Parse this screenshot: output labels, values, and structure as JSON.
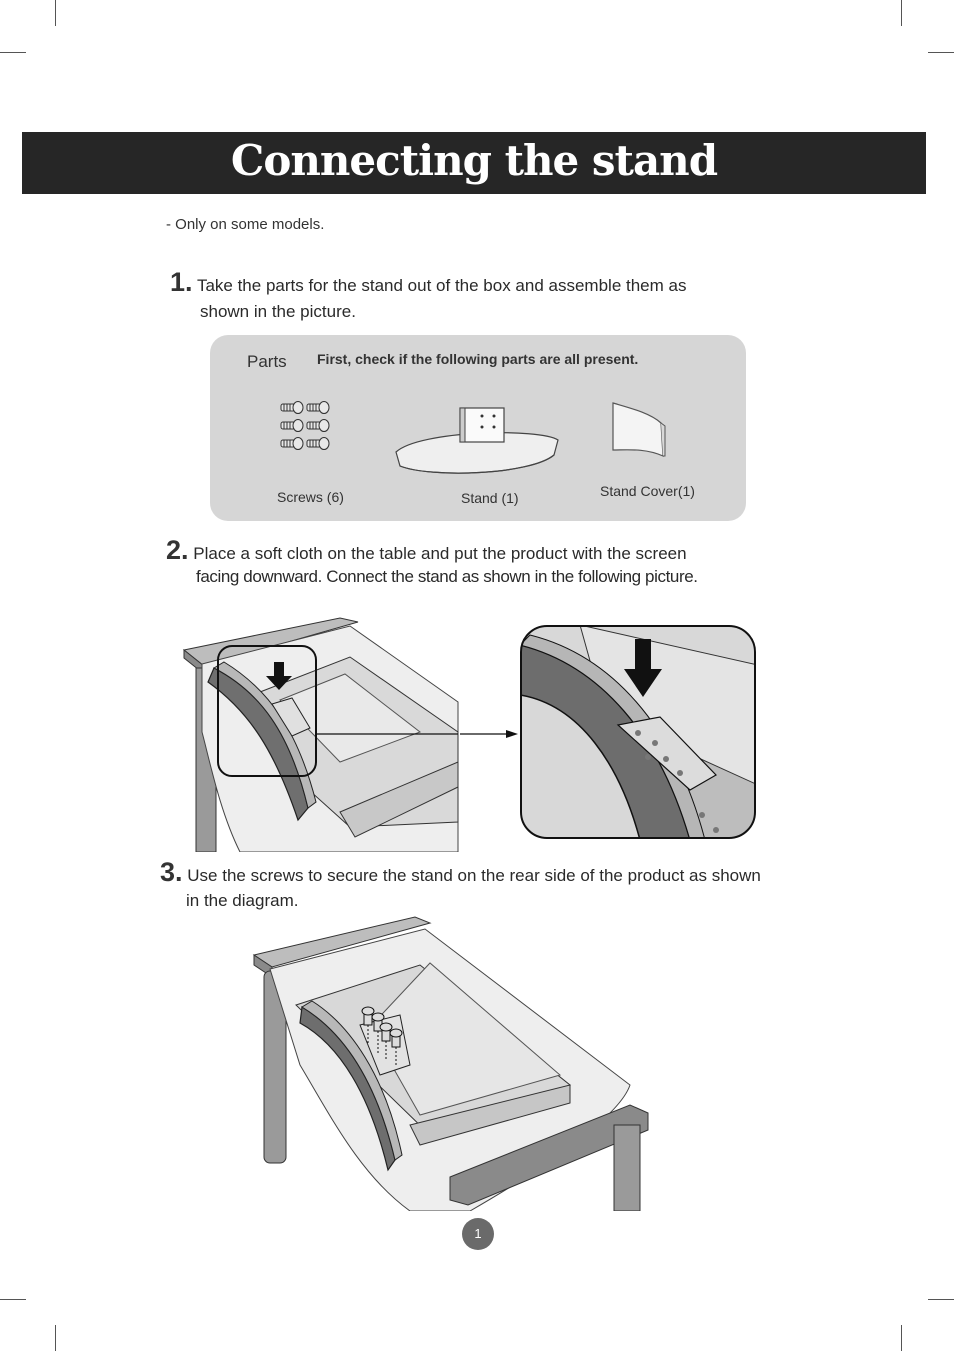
{
  "header": {
    "title": "Connecting the stand"
  },
  "note": "- Only on some models.",
  "steps": [
    {
      "num": "1.",
      "line1": "Take the parts for the stand out of the box and assemble them as",
      "line2": "shown in the picture."
    },
    {
      "num": "2.",
      "line1": "Place a soft cloth on the table and put the product with the screen",
      "line2": "facing  downward.  Connect the stand as shown in the following picture."
    },
    {
      "num": "3.",
      "line1": "Use the screws to secure the stand on the rear side of the product as shown",
      "line2": "in the diagram."
    }
  ],
  "parts": {
    "label": "Parts",
    "hint": "First, check if the following parts are all present.",
    "items": [
      {
        "caption": "Screws (6)",
        "icon": "screws-icon"
      },
      {
        "caption": "Stand (1)",
        "icon": "stand-icon"
      },
      {
        "caption": "Stand Cover(1)",
        "icon": "stand-cover-icon"
      }
    ]
  },
  "footer": {
    "page_number": "1"
  }
}
